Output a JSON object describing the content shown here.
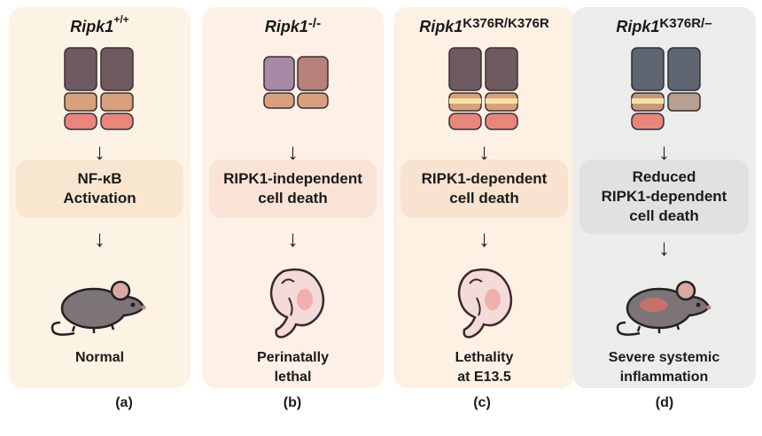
{
  "panels": [
    {
      "gene": "Ripk1",
      "genotype": "+/+",
      "step": [
        "NF-κB",
        "Activation"
      ],
      "phenotype": [
        "Normal"
      ],
      "letter": "(a)",
      "illustration": "mouse-icon"
    },
    {
      "gene": "Ripk1",
      "genotype": "-/-",
      "step": [
        "RIPK1-independent",
        "cell death"
      ],
      "phenotype": [
        "Perinatally",
        "lethal"
      ],
      "letter": "(b)",
      "illustration": "embryo-icon"
    },
    {
      "gene": "Ripk1",
      "genotype": "K376R/K376R",
      "step": [
        "RIPK1-dependent",
        "cell death"
      ],
      "phenotype": [
        "Lethality",
        "at E13.5"
      ],
      "letter": "(c)",
      "illustration": "embryo-icon"
    },
    {
      "gene": "Ripk1",
      "genotype": "K376R/–",
      "step": [
        "Reduced",
        "RIPK1-dependent",
        "cell death"
      ],
      "phenotype": [
        "Severe systemic",
        "inflammation"
      ],
      "letter": "(d)",
      "illustration": "inflamed-mouse-icon"
    }
  ],
  "colors": {
    "kinase_domain": "#6e5a60",
    "intermediate_domain": "#d9a07e",
    "death_domain": "#e8867c",
    "mutation_band": "#f4e2a2",
    "knockout_domain": "#a68aa6",
    "panel_d_kinase": "#5e6470"
  }
}
